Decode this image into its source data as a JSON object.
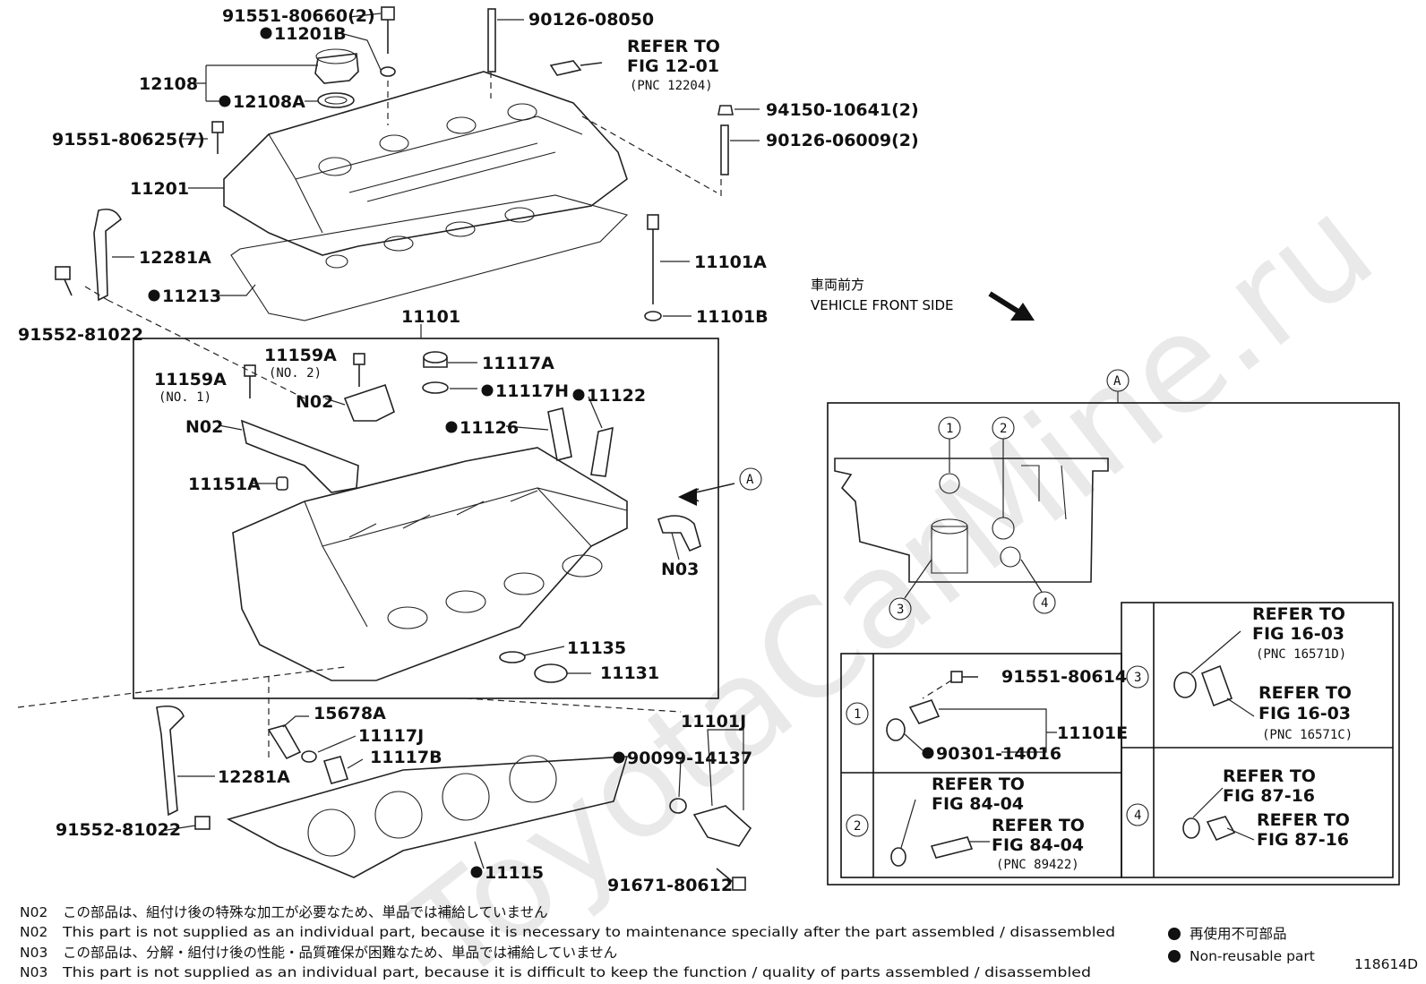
{
  "watermark": "ToyotaCarMine.ru",
  "diagram_id": "118614D",
  "orientation": {
    "jp": "車両前方",
    "en": "VEHICLE FRONT SIDE"
  },
  "labels": {
    "p91551_80660": "91551-80660(2)",
    "p11201b": "11201B",
    "p90126_08050": "90126-08050",
    "refer_fig_12_01_a": "REFER TO",
    "refer_fig_12_01_b": "FIG 12-01",
    "refer_fig_12_01_c": "(PNC 12204)",
    "p12108": "12108",
    "p12108a": "12108A",
    "p94150": "94150-10641(2)",
    "p91551_80625": "91551-80625(7)",
    "p90126_06009": "90126-06009(2)",
    "p11201": "11201",
    "p12281a_top": "12281A",
    "p11101a": "11101A",
    "p11213": "11213",
    "p11101b": "11101B",
    "p91552_top": "91552-81022",
    "p11101": "11101",
    "p11159a_2": "11159A",
    "p11159a_2_sub": "(NO. 2)",
    "p11117a": "11117A",
    "p11159a_1": "11159A",
    "p11159a_1_sub": "(NO. 1)",
    "p11117h": "11117H",
    "p11122": "11122",
    "p_n02_a": "N02",
    "p_n02_b": "N02",
    "p11126": "11126",
    "p11151a": "11151A",
    "callout_a": "A",
    "p_n03": "N03",
    "p11135": "11135",
    "p11131": "11131",
    "p15678a": "15678A",
    "p11117j": "11117J",
    "p11117b": "11117B",
    "p11101j": "11101J",
    "p90099": "90099-14137",
    "p12281a_bot": "12281A",
    "p91552_bot": "91552-81022",
    "p11115": "11115",
    "p91671": "91671-80612"
  },
  "detail_a": {
    "title": "A",
    "markers": [
      "1",
      "2",
      "3",
      "4"
    ],
    "cell1": {
      "bolt": "91551-80614",
      "gasket": "90301-14016",
      "sensor": "11101E"
    },
    "cell2": {
      "ref1_a": "REFER TO",
      "ref1_b": "FIG 84-04",
      "ref2_a": "REFER TO",
      "ref2_b": "FIG 84-04",
      "ref2_c": "(PNC 89422)"
    },
    "cell3": {
      "ref1_a": "REFER TO",
      "ref1_b": "FIG 16-03",
      "ref1_c": "(PNC 16571D)",
      "ref2_a": "REFER TO",
      "ref2_b": "FIG 16-03",
      "ref2_c": "(PNC 16571C)"
    },
    "cell4": {
      "ref1_a": "REFER TO",
      "ref1_b": "FIG 87-16",
      "ref2_a": "REFER TO",
      "ref2_b": "FIG 87-16"
    }
  },
  "notes": [
    {
      "code": "N02",
      "text": "この部品は、組付け後の特殊な加工が必要なため、単品では補給していません"
    },
    {
      "code": "N02",
      "text": "This part is not supplied as an individual part, because it is necessary to maintenance specially after the part assembled / disassembled"
    },
    {
      "code": "N03",
      "text": "この部品は、分解・組付け後の性能・品質確保が困難なため、単品では補給していません"
    },
    {
      "code": "N03",
      "text": "This part is not supplied as an individual part, because it is difficult to keep the function / quality of parts  assembled / disassembled"
    }
  ],
  "legend": {
    "jp": "再使用不可部品",
    "en": "Non-reusable part"
  }
}
